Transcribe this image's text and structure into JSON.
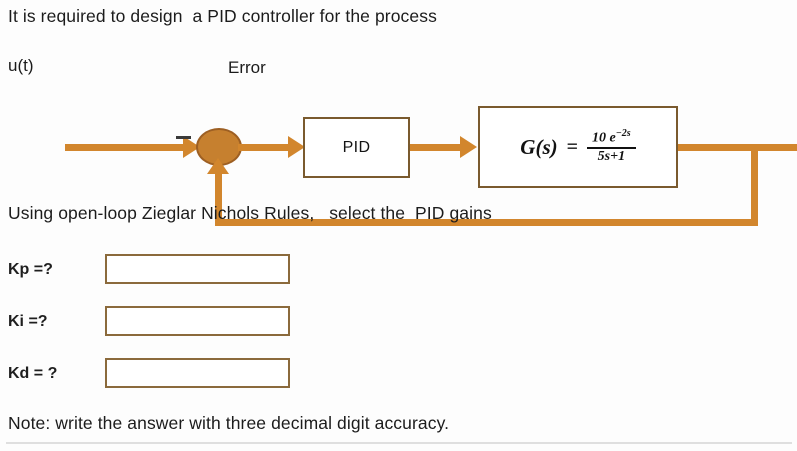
{
  "question": {
    "prompt": "It is required to design  a PID controller for the process",
    "instruction": "Using open-loop Zieglar Nichols Rules,   select the  PID gains",
    "note": "Note: write the answer with three decimal digit accuracy."
  },
  "diagram": {
    "input_label": "u(t)",
    "error_label": "Error",
    "minus_sign": "−",
    "controller_block_label": "PID",
    "plant_block": {
      "lhs": "G(s)",
      "equals": "=",
      "numerator": "10 e",
      "numerator_exponent": "−2s",
      "denominator": "5s+1",
      "full_text": "G(s) = 10 e^(-2s) / (5s+1)"
    },
    "colors": {
      "wire": "#d2862d",
      "sum_node_fill": "#c6802f",
      "sum_node_stroke": "#9d5f23",
      "block_border": "#7a5a2e",
      "input_border": "#8b6a3c"
    }
  },
  "answers": [
    {
      "label": "Kp =?",
      "value": "",
      "placeholder": ""
    },
    {
      "label": "Ki =?",
      "value": "",
      "placeholder": ""
    },
    {
      "label": "Kd = ?",
      "value": "",
      "placeholder": ""
    }
  ]
}
